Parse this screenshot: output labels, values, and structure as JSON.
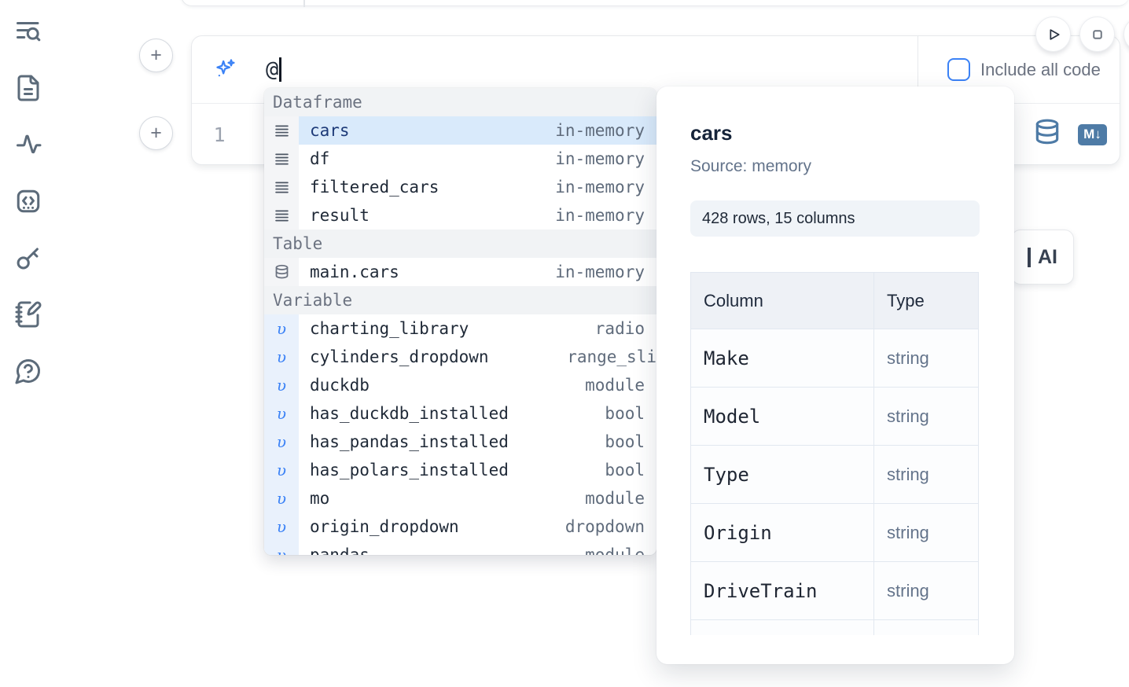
{
  "sidebar": {
    "icons": [
      {
        "name": "search-panel-icon"
      },
      {
        "name": "file-explorer-icon"
      },
      {
        "name": "activity-icon"
      },
      {
        "name": "snippets-icon"
      },
      {
        "name": "keys-icon"
      },
      {
        "name": "scratchpad-icon"
      },
      {
        "name": "help-icon"
      }
    ]
  },
  "toolbar": {
    "run_button": "run",
    "stop_button": "stop"
  },
  "ai_cell": {
    "prompt_value": "@",
    "include_all_code_label": "Include all code"
  },
  "code_cell": {
    "line_number": "1",
    "markdown_icon_label": "M↓"
  },
  "ai_generate_button": {
    "visible_label": "AI"
  },
  "completion": {
    "sections": [
      {
        "label": "Dataframe",
        "items": [
          {
            "name": "cars",
            "type": "in-memory",
            "icon": "dataframe",
            "selected": true
          },
          {
            "name": "df",
            "type": "in-memory",
            "icon": "dataframe"
          },
          {
            "name": "filtered_cars",
            "type": "in-memory",
            "icon": "dataframe"
          },
          {
            "name": "result",
            "type": "in-memory",
            "icon": "dataframe"
          }
        ]
      },
      {
        "label": "Table",
        "items": [
          {
            "name": "main.cars",
            "type": "in-memory",
            "icon": "database"
          }
        ]
      },
      {
        "label": "Variable",
        "items": [
          {
            "name": "charting_library",
            "type": "radio",
            "icon": "variable"
          },
          {
            "name": "cylinders_dropdown",
            "type": "range_sli",
            "icon": "variable",
            "clipped": true
          },
          {
            "name": "duckdb",
            "type": "module",
            "icon": "variable"
          },
          {
            "name": "has_duckdb_installed",
            "type": "bool",
            "icon": "variable"
          },
          {
            "name": "has_pandas_installed",
            "type": "bool",
            "icon": "variable"
          },
          {
            "name": "has_polars_installed",
            "type": "bool",
            "icon": "variable"
          },
          {
            "name": "mo",
            "type": "module",
            "icon": "variable"
          },
          {
            "name": "origin_dropdown",
            "type": "dropdown",
            "icon": "variable"
          },
          {
            "name": "pandas",
            "type": "module",
            "icon": "variable",
            "partial": true
          }
        ]
      }
    ]
  },
  "preview": {
    "title": "cars",
    "source": "Source: memory",
    "shape_badge": "428 rows, 15 columns",
    "table": {
      "headers": [
        "Column",
        "Type"
      ],
      "rows": [
        [
          "Make",
          "string"
        ],
        [
          "Model",
          "string"
        ],
        [
          "Type",
          "string"
        ],
        [
          "Origin",
          "string"
        ],
        [
          "DriveTrain",
          "string"
        ]
      ],
      "clipped_extra_row": true
    }
  },
  "colors": {
    "accent_blue": "#3b82f6",
    "steel_blue_icon": "#4e7ba6",
    "selected_row_bg": "#d9eafb",
    "variable_gutter_bg": "#e9f1fc",
    "section_header_bg": "#f1f3f5",
    "badge_bg": "#f0f4f8",
    "table_header_bg": "#eef1f6"
  }
}
